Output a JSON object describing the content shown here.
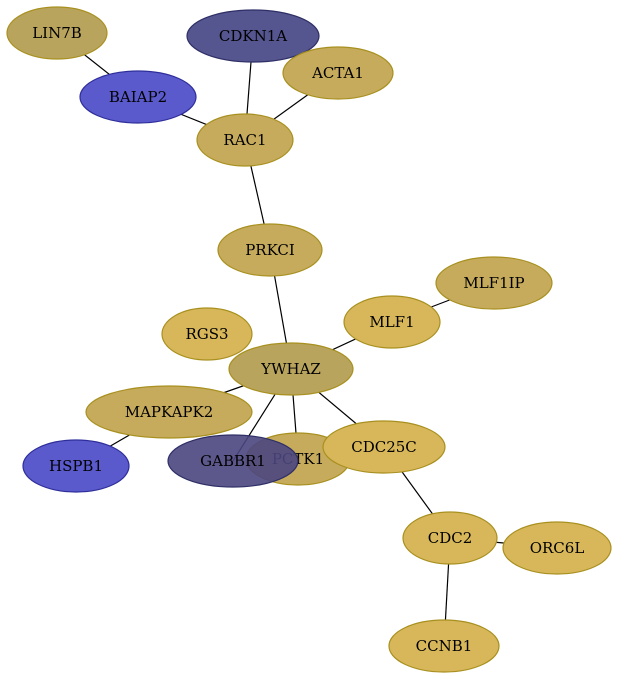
{
  "colors": {
    "gold_dark": "#b9a45d",
    "gold_mid": "#c6ab5d",
    "gold_light": "#d8b75b",
    "blue": "#5a5acd",
    "navy": "#55558f",
    "navy_dark": "#4a4680",
    "stroke_gold": "#a8901f",
    "stroke_blue": "#2e2e9a",
    "stroke_navy": "#2f2f66",
    "edge": "#000000"
  },
  "nodes": [
    {
      "id": "LIN7B",
      "label": "LIN7B",
      "color": "gold_dark",
      "stroke": "stroke_gold"
    },
    {
      "id": "CDKN1A",
      "label": "CDKN1A",
      "color": "navy",
      "stroke": "stroke_navy"
    },
    {
      "id": "ACTA1",
      "label": "ACTA1",
      "color": "gold_mid",
      "stroke": "stroke_gold"
    },
    {
      "id": "BAIAP2",
      "label": "BAIAP2",
      "color": "blue",
      "stroke": "stroke_blue"
    },
    {
      "id": "RAC1",
      "label": "RAC1",
      "color": "gold_mid",
      "stroke": "stroke_gold"
    },
    {
      "id": "PRKCI",
      "label": "PRKCI",
      "color": "gold_mid",
      "stroke": "stroke_gold"
    },
    {
      "id": "MLF1IP",
      "label": "MLF1IP",
      "color": "gold_mid",
      "stroke": "stroke_gold"
    },
    {
      "id": "MLF1",
      "label": "MLF1",
      "color": "gold_light",
      "stroke": "stroke_gold"
    },
    {
      "id": "RGS3",
      "label": "RGS3",
      "color": "gold_light",
      "stroke": "stroke_gold"
    },
    {
      "id": "YWHAZ",
      "label": "YWHAZ",
      "color": "gold_dark",
      "stroke": "stroke_gold"
    },
    {
      "id": "MAPKAPK2",
      "label": "MAPKAPK2",
      "color": "gold_mid",
      "stroke": "stroke_gold"
    },
    {
      "id": "HSPB1",
      "label": "HSPB1",
      "color": "blue",
      "stroke": "stroke_blue"
    },
    {
      "id": "PCTK1",
      "label": "PCTK1",
      "color": "gold_mid",
      "stroke": "stroke_gold"
    },
    {
      "id": "GABBR1",
      "label": "GABBR1",
      "color": "navy_dark",
      "stroke": "stroke_navy"
    },
    {
      "id": "CDC25C",
      "label": "CDC25C",
      "color": "gold_light",
      "stroke": "stroke_gold"
    },
    {
      "id": "CDC2",
      "label": "CDC2",
      "color": "gold_light",
      "stroke": "stroke_gold"
    },
    {
      "id": "ORC6L",
      "label": "ORC6L",
      "color": "gold_light",
      "stroke": "stroke_gold"
    },
    {
      "id": "CCNB1",
      "label": "CCNB1",
      "color": "gold_light",
      "stroke": "stroke_gold"
    }
  ],
  "edges": [
    [
      "LIN7B",
      "BAIAP2"
    ],
    [
      "BAIAP2",
      "RAC1"
    ],
    [
      "CDKN1A",
      "RAC1"
    ],
    [
      "ACTA1",
      "RAC1"
    ],
    [
      "RAC1",
      "PRKCI"
    ],
    [
      "PRKCI",
      "YWHAZ"
    ],
    [
      "MLF1IP",
      "MLF1"
    ],
    [
      "MLF1",
      "YWHAZ"
    ],
    [
      "YWHAZ",
      "MAPKAPK2"
    ],
    [
      "YWHAZ",
      "GABBR1"
    ],
    [
      "YWHAZ",
      "PCTK1"
    ],
    [
      "YWHAZ",
      "CDC25C"
    ],
    [
      "MAPKAPK2",
      "HSPB1"
    ],
    [
      "CDC25C",
      "CDC2"
    ],
    [
      "CDC2",
      "ORC6L"
    ],
    [
      "CDC2",
      "CCNB1"
    ]
  ]
}
